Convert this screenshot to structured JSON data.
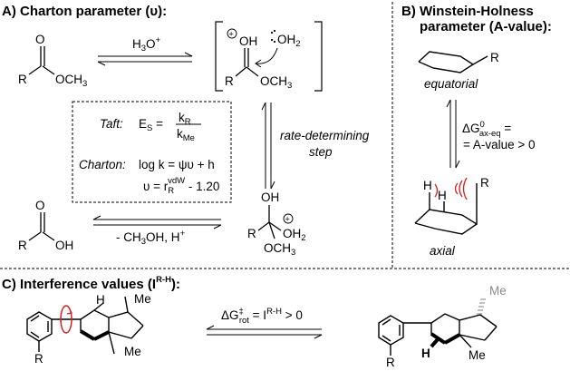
{
  "panelA": {
    "title_main": "A) Charton parameter (",
    "title_symbol": "υ",
    "title_end": "):",
    "acid_cond": "H",
    "acid_sub": "3",
    "acid_end": "O",
    "acid_sup": "+",
    "ester_R": "R",
    "ester_O": "O",
    "ester_OMe": "OCH",
    "ester_OMe_sub": "3",
    "inter_OH": "OH",
    "inter_OH2": "OH",
    "inter_OH2_sub": "2",
    "inter_R": "R",
    "inter_OMe": "OCH",
    "inter_OMe_sub": "3",
    "plus": "+",
    "rds_line1": "rate-determining",
    "rds_line2": "step",
    "taft_label": "Taft:",
    "taft_E": "E",
    "taft_S": "S",
    "taft_eq": "=",
    "taft_num_k": "k",
    "taft_num_sub": "R",
    "taft_den_k": "k",
    "taft_den_sub": "Me",
    "charton_label": "Charton:",
    "charton_eq1": "log k = ψυ + h",
    "charton_eq2a": "υ = r",
    "charton_eq2_sub": "R",
    "charton_eq2_sup": "vdW",
    "charton_eq2b": " - 1.20",
    "acid_R": "R",
    "acid_O": "O",
    "acid_OH": "OH",
    "hydrolysis_cond": "- CH",
    "hydrolysis_sub": "3",
    "hydrolysis_end": "OH, H",
    "hydrolysis_sup": "+",
    "tet_OH": "OH",
    "tet_R": "R",
    "tet_OH2": "OH",
    "tet_OH2_sub": "2",
    "tet_OMe": "OCH",
    "tet_OMe_sub": "3"
  },
  "panelB": {
    "title_line1": "B) Winstein-Holness",
    "title_line2": "parameter (A-value):",
    "eq_R": "R",
    "equatorial": "equatorial",
    "dG": "ΔG",
    "dG_sup": "0",
    "dG_sub": "ax-eq",
    "dG_eq": "=",
    "avalue": "= A-value > 0",
    "ax_H1": "H",
    "ax_H2": "H",
    "ax_R": "R",
    "axial": "axial"
  },
  "panelC": {
    "title_main": "C) Interference values (I",
    "title_sup": "R-H",
    "title_end": "):",
    "left_H": "H",
    "left_Me1": "Me",
    "left_Me2": "Me",
    "left_R": "R",
    "eq_dG": "ΔG",
    "eq_ddag": "‡",
    "eq_rot": "rot",
    "eq_mid": " = I",
    "eq_sup": "R-H",
    "eq_end": " > 0",
    "right_Me1": "Me",
    "right_Me2": "Me",
    "right_R": "R",
    "right_H": "H"
  },
  "colors": {
    "ink": "#000000",
    "gray": "#8a8a8a",
    "red": "#d62020"
  }
}
